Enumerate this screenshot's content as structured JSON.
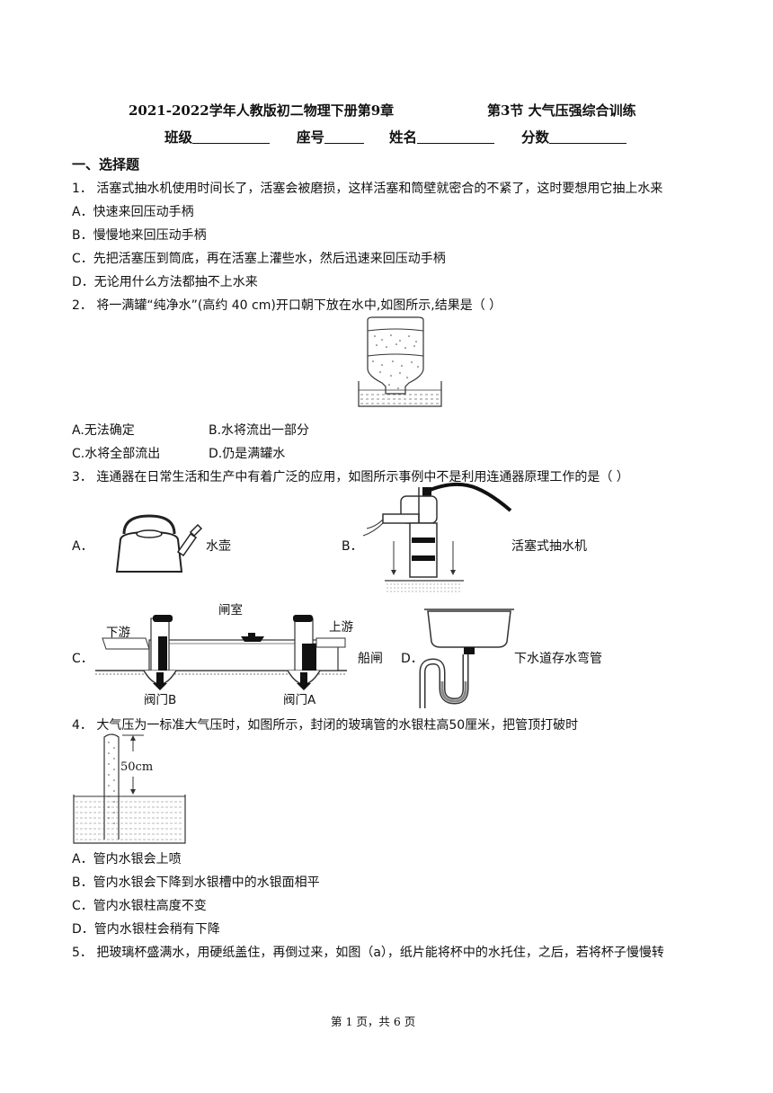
{
  "header": {
    "title_left": "2021-2022学年人教版初二物理下册第9章",
    "title_right": "第3节 大气压强综合训练",
    "fields": [
      "班级",
      "座号",
      "姓名",
      "分数"
    ]
  },
  "section_title": "一、选择题",
  "q1": {
    "stem": "1．  活塞式抽水机使用时间长了，活塞会被磨损，这样活塞和筒壁就密合的不紧了，这时要想用它抽上水来",
    "options": [
      "A．快速来回压动手柄",
      "B．慢慢地来回压动手柄",
      "C．先把活塞压到筒底，再在活塞上灌些水，然后迅速来回压动手柄",
      "D．无论用什么方法都抽不上水来"
    ]
  },
  "q2": {
    "stem": "2．  将一满罐“纯净水”(高约 40 cm)开口朝下放在水中,如图所示,结果是（          ）",
    "options": [
      "A.无法确定",
      "B.水将流出一部分",
      "C.水将全部流出",
      "D.仍是满罐水"
    ]
  },
  "q3": {
    "stem": "3．  连通器在日常生活和生产中有着广泛的应用，如图所示事例中不是利用连通器原理工作的是（          ）",
    "labels": [
      "A．",
      "B．",
      "C．",
      "D．"
    ],
    "captions": [
      "水壶",
      "活塞式抽水机",
      "船闸",
      "下水道存水弯管"
    ],
    "lock": {
      "chamber": "闸室",
      "downstream": "下游",
      "upstream": "上游",
      "valve_b": "阀门B",
      "valve_a": "阀门A"
    }
  },
  "q4": {
    "stem": "4．  大气压为一标准大气压时，如图所示，封闭的玻璃管的水银柱高50厘米，把管顶打破时",
    "figure_label": "50cm",
    "options": [
      "A．管内水银会上喷",
      "B．管内水银会下降到水银槽中的水银面相平",
      "C．管内水银柱高度不变",
      "D．管内水银柱会稍有下降"
    ]
  },
  "q5": {
    "stem": "5．  把玻璃杯盛满水，用硬纸盖住，再倒过来，如图（a），纸片能将杯中的水托住，之后，若将杯子慢慢转"
  },
  "footer": "第 1 页，共 6 页"
}
